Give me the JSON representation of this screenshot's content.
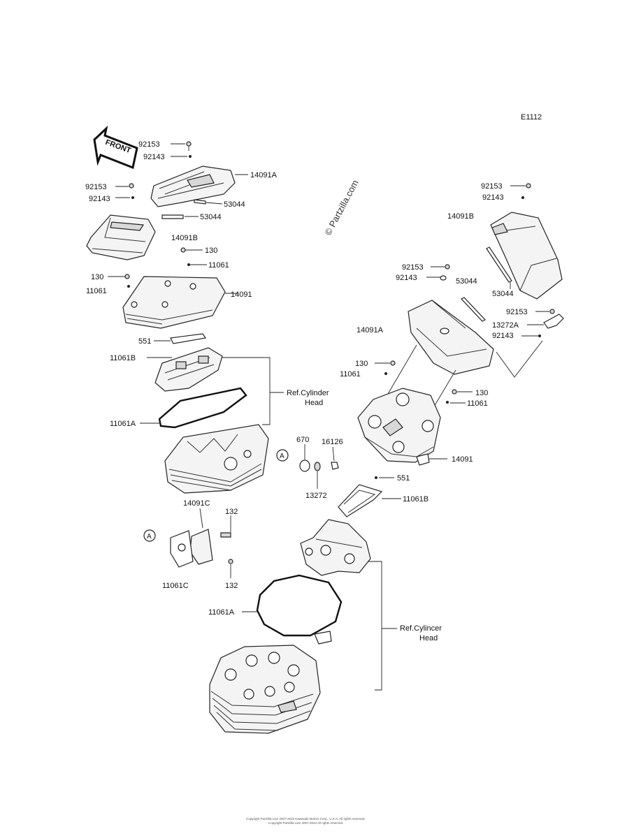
{
  "diagram_code": "E1112",
  "watermark": "© Partzilla.com",
  "front_arrow_label": "FRONT",
  "ref_marker": "A",
  "callouts": {
    "left_92153": "92153",
    "left_92143": "92143",
    "left_14091A": "14091A",
    "left_53044_a": "53044",
    "left_53044_b": "53044",
    "left_92153_b": "92153",
    "left_92143_b": "92143",
    "left_14091B": "14091B",
    "left_130_a": "130",
    "left_11061_a": "11061",
    "left_130_b": "130",
    "left_11061_b": "11061",
    "left_14091": "14091",
    "left_551": "551",
    "left_11061B": "11061B",
    "left_ref_cyl_line1": "Ref.Cylinder",
    "left_ref_cyl_line2": "Head",
    "left_11061A": "11061A",
    "mid_670": "670",
    "mid_16126": "16126",
    "mid_13272": "13272",
    "mid_14091C": "14091C",
    "mid_132_a": "132",
    "mid_132_b": "132",
    "mid_11061C": "11061C",
    "right_92153_a": "92153",
    "right_92143_a": "92143",
    "right_14091B": "14091B",
    "right_53044_a": "53044",
    "right_53044_b": "53044",
    "right_92153_b": "92153",
    "right_92143_b": "92143",
    "right_14091A": "14091A",
    "right_92153_c": "92153",
    "right_13272A": "13272A",
    "right_92143_c": "92143",
    "right_130_a": "130",
    "right_11061_a": "11061",
    "right_130_b": "130",
    "right_11061_b": "11061",
    "right_14091": "14091",
    "right_551": "551",
    "right_11061B": "11061B",
    "right_11061A": "11061A",
    "right_ref_cyl_line1": "Ref.Cylincer",
    "right_ref_cyl_line2": "Head"
  },
  "footer_line1": "Copyright Partzilla.com 2007-2023 Kawasaki Motors Corp., U.S.A. All rights reserved.",
  "footer_line2": "Copyright Partzilla.com 2007-2023 All rights reserved."
}
